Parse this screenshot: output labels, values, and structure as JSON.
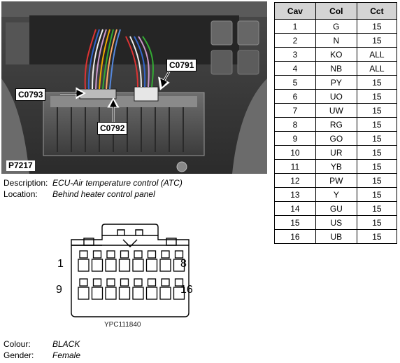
{
  "photo": {
    "ref": "P7217",
    "callouts": {
      "c0791": "C0791",
      "c0792": "C0792",
      "c0793": "C0793"
    }
  },
  "description": {
    "label": "Description:",
    "value": "ECU-Air temperature control (ATC)"
  },
  "location": {
    "label": "Location:",
    "value": "Behind heater control panel"
  },
  "connector": {
    "pin_labels": {
      "top_left": "1",
      "top_right": "8",
      "bottom_left": "9",
      "bottom_right": "16"
    },
    "part_number": "YPC111840"
  },
  "colour": {
    "label": "Colour:",
    "value": "BLACK"
  },
  "gender": {
    "label": "Gender:",
    "value": "Female"
  },
  "table": {
    "headers": {
      "cav": "Cav",
      "col": "Col",
      "cct": "Cct"
    },
    "rows": [
      {
        "cav": "1",
        "col": "G",
        "cct": "15"
      },
      {
        "cav": "2",
        "col": "N",
        "cct": "15"
      },
      {
        "cav": "3",
        "col": "KO",
        "cct": "ALL"
      },
      {
        "cav": "4",
        "col": "NB",
        "cct": "ALL"
      },
      {
        "cav": "5",
        "col": "PY",
        "cct": "15"
      },
      {
        "cav": "6",
        "col": "UO",
        "cct": "15"
      },
      {
        "cav": "7",
        "col": "UW",
        "cct": "15"
      },
      {
        "cav": "8",
        "col": "RG",
        "cct": "15"
      },
      {
        "cav": "9",
        "col": "GO",
        "cct": "15"
      },
      {
        "cav": "10",
        "col": "UR",
        "cct": "15"
      },
      {
        "cav": "11",
        "col": "YB",
        "cct": "15"
      },
      {
        "cav": "12",
        "col": "PW",
        "cct": "15"
      },
      {
        "cav": "13",
        "col": "Y",
        "cct": "15"
      },
      {
        "cav": "14",
        "col": "GU",
        "cct": "15"
      },
      {
        "cav": "15",
        "col": "US",
        "cct": "15"
      },
      {
        "cav": "16",
        "col": "UB",
        "cct": "15"
      }
    ]
  }
}
